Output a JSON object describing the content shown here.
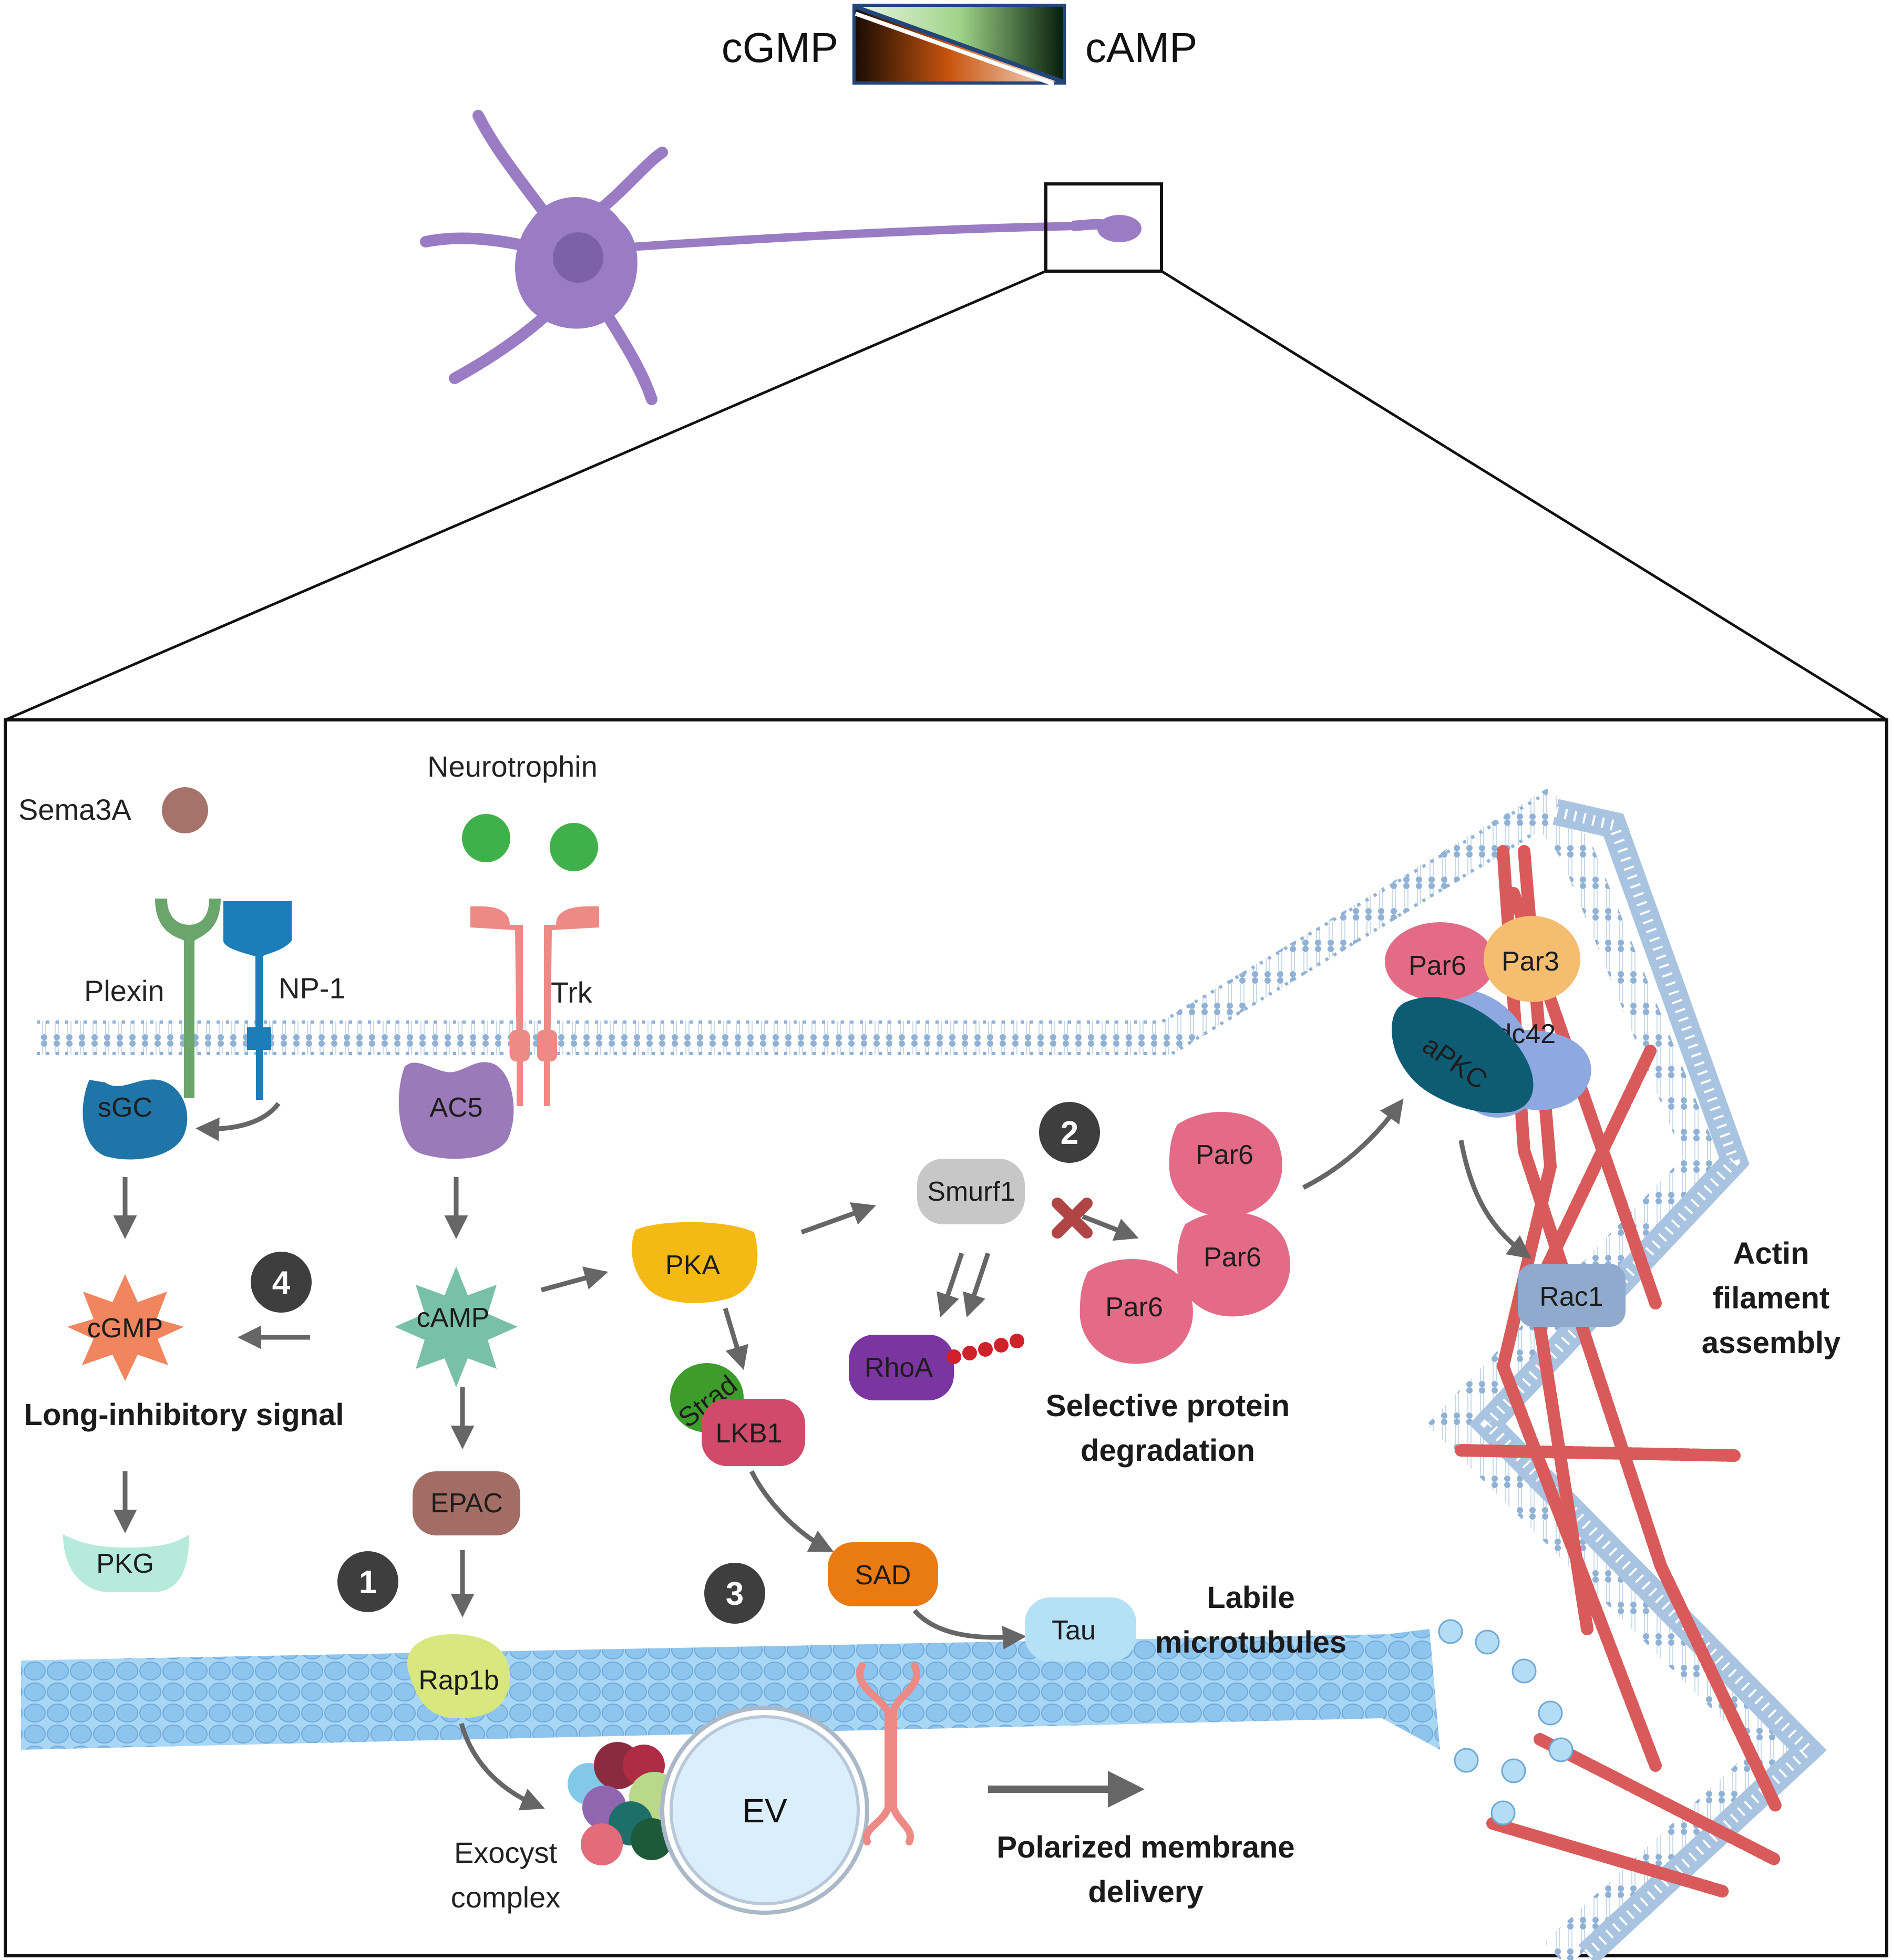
{
  "gradient_legend": {
    "left_label": "cGMP",
    "right_label": "cAMP",
    "colors": {
      "cGMP": "#c8540f",
      "cAMP": "#0f2f0b",
      "light_cGMP": "#f6d6c2",
      "light_cAMP": "#bfe3b0"
    }
  },
  "ligands": {
    "sema3a": "Sema3A",
    "neurotrophin": "Neurotrophin"
  },
  "receptors": {
    "plexin": "Plexin",
    "np1": "NP-1",
    "trk": "Trk"
  },
  "nodes": {
    "sgc": "sGC",
    "ac5": "AC5",
    "cgmp": "cGMP",
    "camp": "cAMP",
    "pkg": "PKG",
    "epac": "EPAC",
    "rap1b": "Rap1b",
    "pka": "PKA",
    "smurf1": "Smurf1",
    "rhoa": "RhoA",
    "strad": "Strad",
    "lkb1": "LKB1",
    "sad": "SAD",
    "tau": "Tau",
    "par6_a": "Par6",
    "par6_b": "Par6",
    "par6_c": "Par6",
    "par6_complex": "Par6",
    "par3": "Par3",
    "cdc42": "Cdc42",
    "apkc": "aPKC",
    "rac1": "Rac1",
    "ev": "EV"
  },
  "labels": {
    "long_inhibitory": "Long-inhibitory signal",
    "selective_degradation_1": "Selective protein",
    "selective_degradation_2": "degradation",
    "labile_1": "Labile",
    "labile_2": "microtubules",
    "actin_1": "Actin",
    "actin_2": "filament",
    "actin_3": "assembly",
    "polarized_1": "Polarized membrane",
    "polarized_2": "delivery",
    "exocyst_1": "Exocyst",
    "exocyst_2": "complex"
  },
  "steps": [
    "1",
    "2",
    "3",
    "4"
  ],
  "colors": {
    "neuron": "#9a7cc4",
    "membrane": "#a9c4e0",
    "microtubule": "#8ec5ee",
    "actin": "#d95a5a",
    "sgc": "#1f74a8",
    "ac5": "#9a7ab8",
    "cgmp_star": "#f0855e",
    "camp_star": "#79c0a8",
    "pkg": "#b6eadb",
    "epac": "#a26d64",
    "rap1b": "#d8e77e",
    "pka": "#f5b914",
    "smurf1": "#c7c7c7",
    "rhoa": "#7b35a0",
    "strad": "#3d9c2a",
    "lkb1": "#d24a6a",
    "sad": "#ea7a12",
    "tau": "#b5e1f7",
    "par6": "#e46b86",
    "par3": "#f5bd70",
    "cdc42": "#8ea8e0",
    "apkc": "#0e5c74",
    "rac1": "#8faacc",
    "plexin": "#6aa56c",
    "np1": "#1c7db8",
    "trk": "#ee8a86",
    "sema3a": "#a6736a",
    "neurotrophin": "#3fb04a",
    "step_badge": "#3e3e3e"
  }
}
